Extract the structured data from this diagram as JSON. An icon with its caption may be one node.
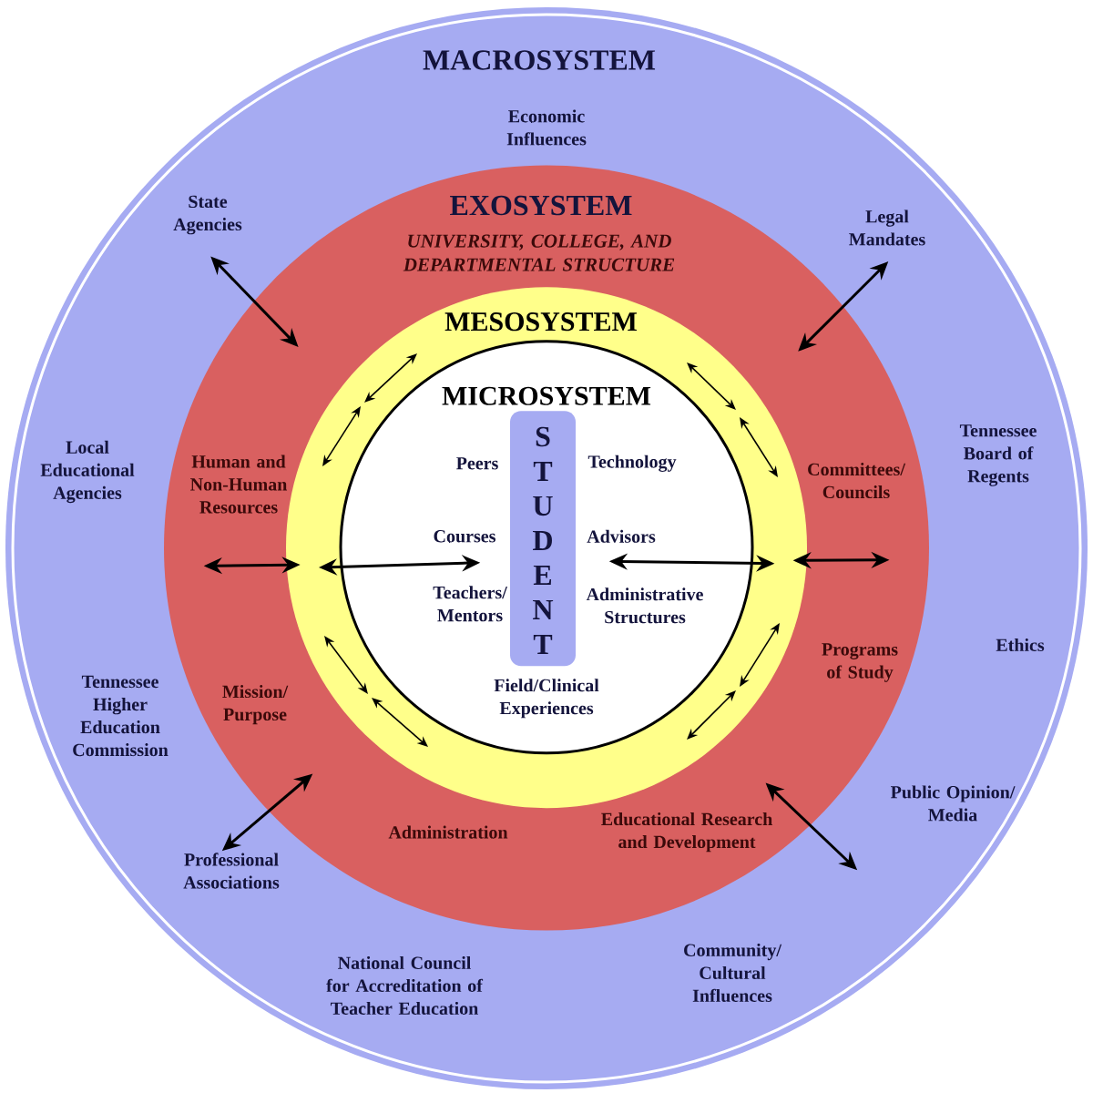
{
  "diagram": {
    "nodes": [
      {
        "text": [
          "MACROSYSTEM",
          "Economic Influences",
          "State Agencies",
          "Legal Mandates",
          "Local Educational Agencies",
          "Tennessee Board of Regents",
          "Ethics",
          "Tennessee Higher Education Commission",
          "Public Opinion/ Media",
          "Professional Associations",
          "National Council for Accreditation of Teacher Education",
          "Community/ Cultural Influences"
        ]
      },
      {
        "text": [
          "EXOSYSTEM",
          "UNIVERSITY, COLLEGE, AND DEPARTMENTAL STRUCTURE",
          "Human and Non-Human Resources",
          "Committees/ Councils",
          "Programs of Study",
          "Mission/ Purpose",
          "Administration",
          "Educational Research and Development"
        ],
        "in": 0
      },
      {
        "text": [
          "MESOSYSTEM"
        ],
        "in": 1
      },
      {
        "text": [
          "MICROSYSTEM",
          "Peers",
          "Technology",
          "Courses",
          "Advisors",
          "Teachers/ Mentors",
          "Administrative Structures",
          "Field/Clinical Experiences"
        ],
        "in": 2
      },
      {
        "text": [
          "STUDENT"
        ],
        "in": 3
      }
    ],
    "edges": [
      {
        "from": 0,
        "to": 1,
        "arrow": "both"
      },
      {
        "from": 0,
        "to": 1,
        "arrow": "both"
      },
      {
        "from": 0,
        "to": 1,
        "arrow": "both"
      },
      {
        "from": 0,
        "to": 1,
        "arrow": "both"
      },
      {
        "from": 1,
        "to": 2,
        "arrow": "both"
      },
      {
        "from": 2,
        "to": 4,
        "arrow": "both"
      },
      {
        "from": 2,
        "to": 4,
        "arrow": "both"
      },
      {
        "from": 1,
        "to": 2,
        "arrow": "both"
      }
    ]
  }
}
